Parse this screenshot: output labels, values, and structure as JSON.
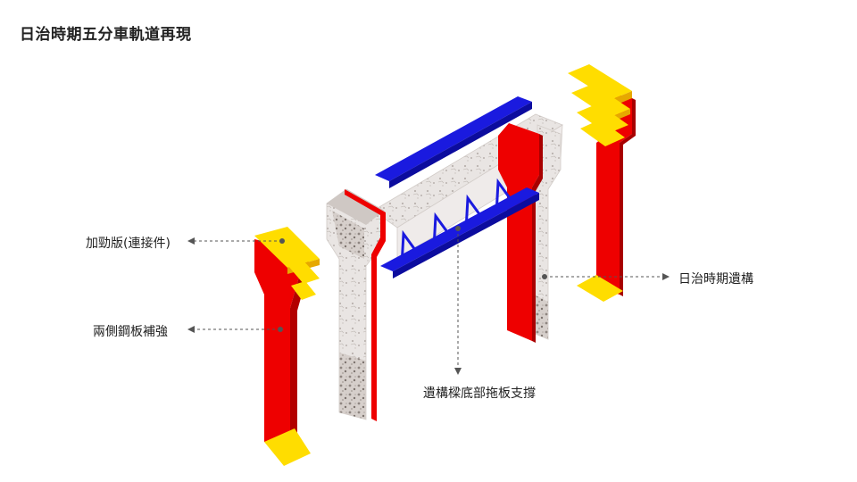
{
  "title": "日治時期五分車軌道再現",
  "labels": {
    "stiffener": "加勁版(連接件)",
    "steel_plates": "兩側鋼板補強",
    "historic_structure": "日治時期遺構",
    "bottom_support": "遺構樑底部拖板支撐"
  },
  "colors": {
    "red_steel": "#ee0000",
    "yellow_plate": "#ffdd00",
    "blue_beam": "#1a1adf",
    "concrete": "#e7e3e1",
    "leader_line": "#555555"
  }
}
